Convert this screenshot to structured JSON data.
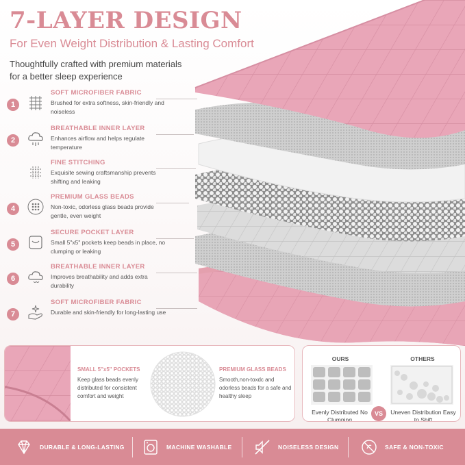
{
  "header": {
    "title": "7-LAYER DESIGN",
    "subtitle": "For Even Weight Distribution & Lasting Comfort",
    "intro": "Thoughtfully crafted with premium materials for a better sleep experience"
  },
  "layers": [
    {
      "number": "1",
      "icon": "grid-fabric-icon",
      "title": "SOFT MICROFIBER FABRIC",
      "desc": "Brushed for extra softness, skin-friendly and noiseless"
    },
    {
      "number": "2",
      "icon": "cloud-airflow-icon",
      "title": "BREATHABLE INNER LAYER",
      "desc": "Enhances airflow and helps regulate temperature"
    },
    {
      "number": "",
      "icon": "stitching-grid-icon",
      "title": "FINE STITCHING",
      "desc": "Exquisite sewing craftsmanship prevents shifting and leaking"
    },
    {
      "number": "4",
      "icon": "beads-dots-icon",
      "title": "PREMIUM GLASS BEADS",
      "desc": "Non-toxic, odorless glass beads provide gentle, even weight"
    },
    {
      "number": "5",
      "icon": "pocket-icon",
      "title": "SECURE POCKET LAYER",
      "desc": "Small 5\"x5\" pockets keep beads in place, no clumping or leaking"
    },
    {
      "number": "6",
      "icon": "cloud-breathable-icon",
      "title": "BREATHABLE INNER LAYER",
      "desc": "Improves breathability and adds extra durability"
    },
    {
      "number": "7",
      "icon": "sparkle-hand-icon",
      "title": "SOFT MICROFIBER FABRIC",
      "desc": "Durable and skin-friendly for long-lasting use"
    }
  ],
  "panels": {
    "pockets": {
      "title": "SMALL 5\"x5\" POCKETS",
      "desc": "Keep glass beads evenly distributed for consistent comfort and weight"
    },
    "beads": {
      "title": "PREMIUM GLASS BEADS",
      "desc": "Smooth,non-toxdc and odorless beads for a safe and healthy sleep"
    },
    "compare": {
      "ours_label": "OURS",
      "others_label": "OTHERS",
      "vs": "VS",
      "ours_caption": "Evenly Distributed No Clumping",
      "others_caption": "Uneven Distribution Easy to Shift"
    }
  },
  "footer": [
    {
      "icon": "diamond-icon",
      "label": "DURABLE & LONG-LASTING"
    },
    {
      "icon": "washing-machine-icon",
      "label": "MACHINE WASHABLE"
    },
    {
      "icon": "noiseless-icon",
      "label": "NOISELESS DESIGN"
    },
    {
      "icon": "no-toxic-icon",
      "label": "SAFE & NON-TOXIC"
    }
  ],
  "colors": {
    "accent": "#d98b95",
    "pink_fabric": "#e9a6b8",
    "gray_layer": "#d6d6d6",
    "white_layer": "#f4f4f4"
  }
}
